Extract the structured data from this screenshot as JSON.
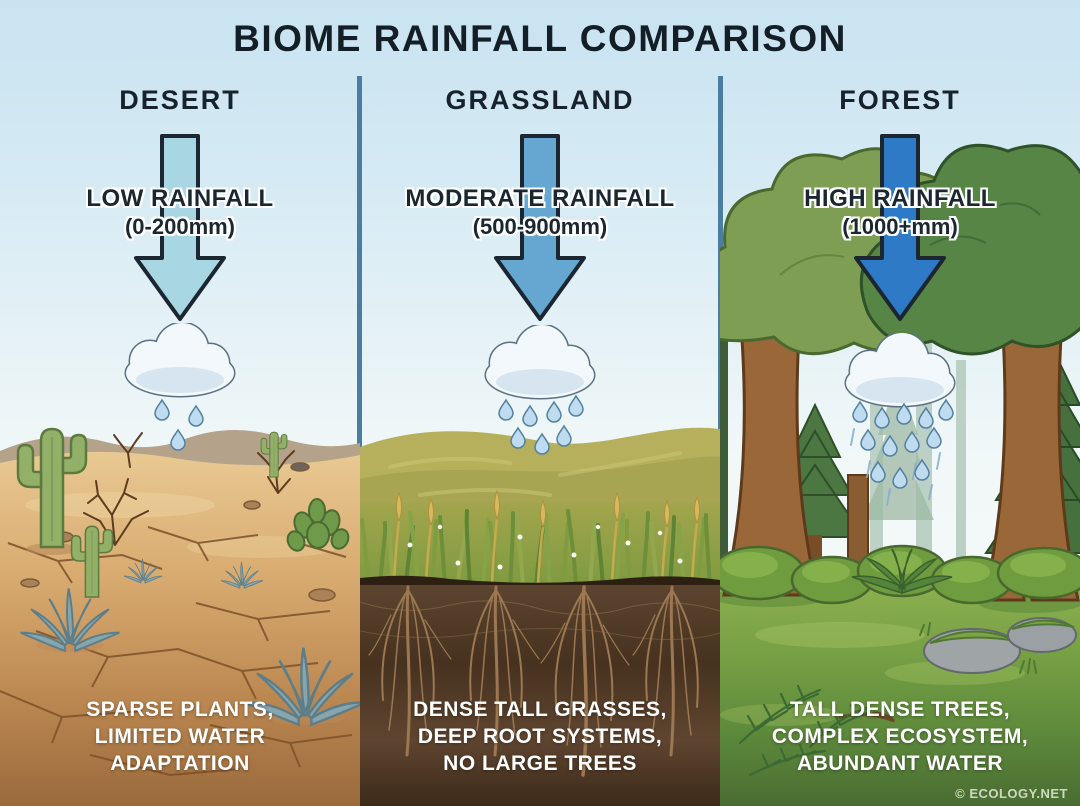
{
  "title": "BIOME RAINFALL COMPARISON",
  "copyright": "© ECOLOGY.NET",
  "divider_color": "#4b7ca1",
  "panels": [
    {
      "id": "desert",
      "name": "DESERT",
      "rainfall_level": "LOW RAINFALL",
      "rainfall_range": "(0-200mm)",
      "rain_intensity": "low",
      "raindrop_count": 3,
      "arrow": {
        "color": "#a9d6e3"
      },
      "caption_lines": [
        "SPARSE PLANTS,",
        "LIMITED WATER",
        "ADAPTATION"
      ]
    },
    {
      "id": "grassland",
      "name": "GRASSLAND",
      "rainfall_level": "MODERATE RAINFALL",
      "rainfall_range": "(500-900mm)",
      "rain_intensity": "moderate",
      "raindrop_count": 7,
      "arrow": {
        "color": "#66a7d2"
      },
      "caption_lines": [
        "DENSE TALL GRASSES,",
        "DEEP ROOT SYSTEMS,",
        "NO LARGE TREES"
      ]
    },
    {
      "id": "forest",
      "name": "FOREST",
      "rainfall_level": "HIGH RAINFALL",
      "rainfall_range": "(1000+mm)",
      "rain_intensity": "high",
      "raindrop_count": 12,
      "arrow": {
        "color": "#2f7ac6"
      },
      "caption_lines": [
        "TALL DENSE TREES,",
        "COMPLEX ECOSYSTEM,",
        "ABUNDANT WATER"
      ]
    }
  ]
}
